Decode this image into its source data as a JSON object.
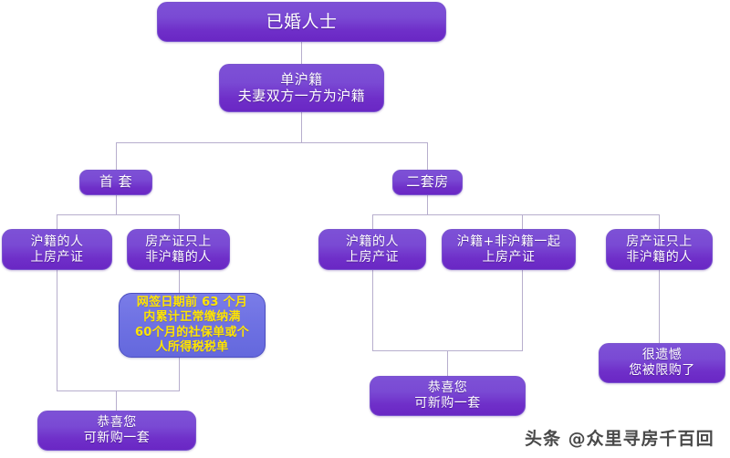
{
  "chart_data": {
    "type": "diagram",
    "title": "已婚人士 单沪籍购房资格流程图",
    "orientation": "top-down"
  },
  "diagram": {
    "root": {
      "label": "已婚人士"
    },
    "level2": {
      "label": "单沪籍\n夫妻双方一方为沪籍"
    },
    "branch_first": {
      "label": "首 套"
    },
    "branch_second": {
      "label": "二套房"
    },
    "first_options": [
      {
        "label": "沪籍的人\n上房产证"
      },
      {
        "label": "房产证只上\n非沪籍的人"
      }
    ],
    "condition": {
      "label": "网签日期前 63 个月\n内累计正常缴纳满\n60个月的社保单或个\n人所得税税单"
    },
    "first_result": {
      "label": "恭喜您\n可新购一套"
    },
    "second_options": [
      {
        "label": "沪籍的人\n上房产证"
      },
      {
        "label": "沪籍+非沪籍一起\n上房产证"
      },
      {
        "label": "房产证只上\n非沪籍的人"
      }
    ],
    "second_result_ok": {
      "label": "恭喜您\n可新购一套"
    },
    "second_result_no": {
      "label": "很遗憾\n您被限购了"
    }
  },
  "watermark": {
    "text": "头条 @众里寻房千百回"
  },
  "colors": {
    "node_purple_top": "#7d51d6",
    "node_purple_bottom": "#6a27c4",
    "condition_blue": "#6f72e3",
    "condition_text": "#ffe400",
    "connector": "#b7aecd",
    "background": "#ffffff"
  }
}
